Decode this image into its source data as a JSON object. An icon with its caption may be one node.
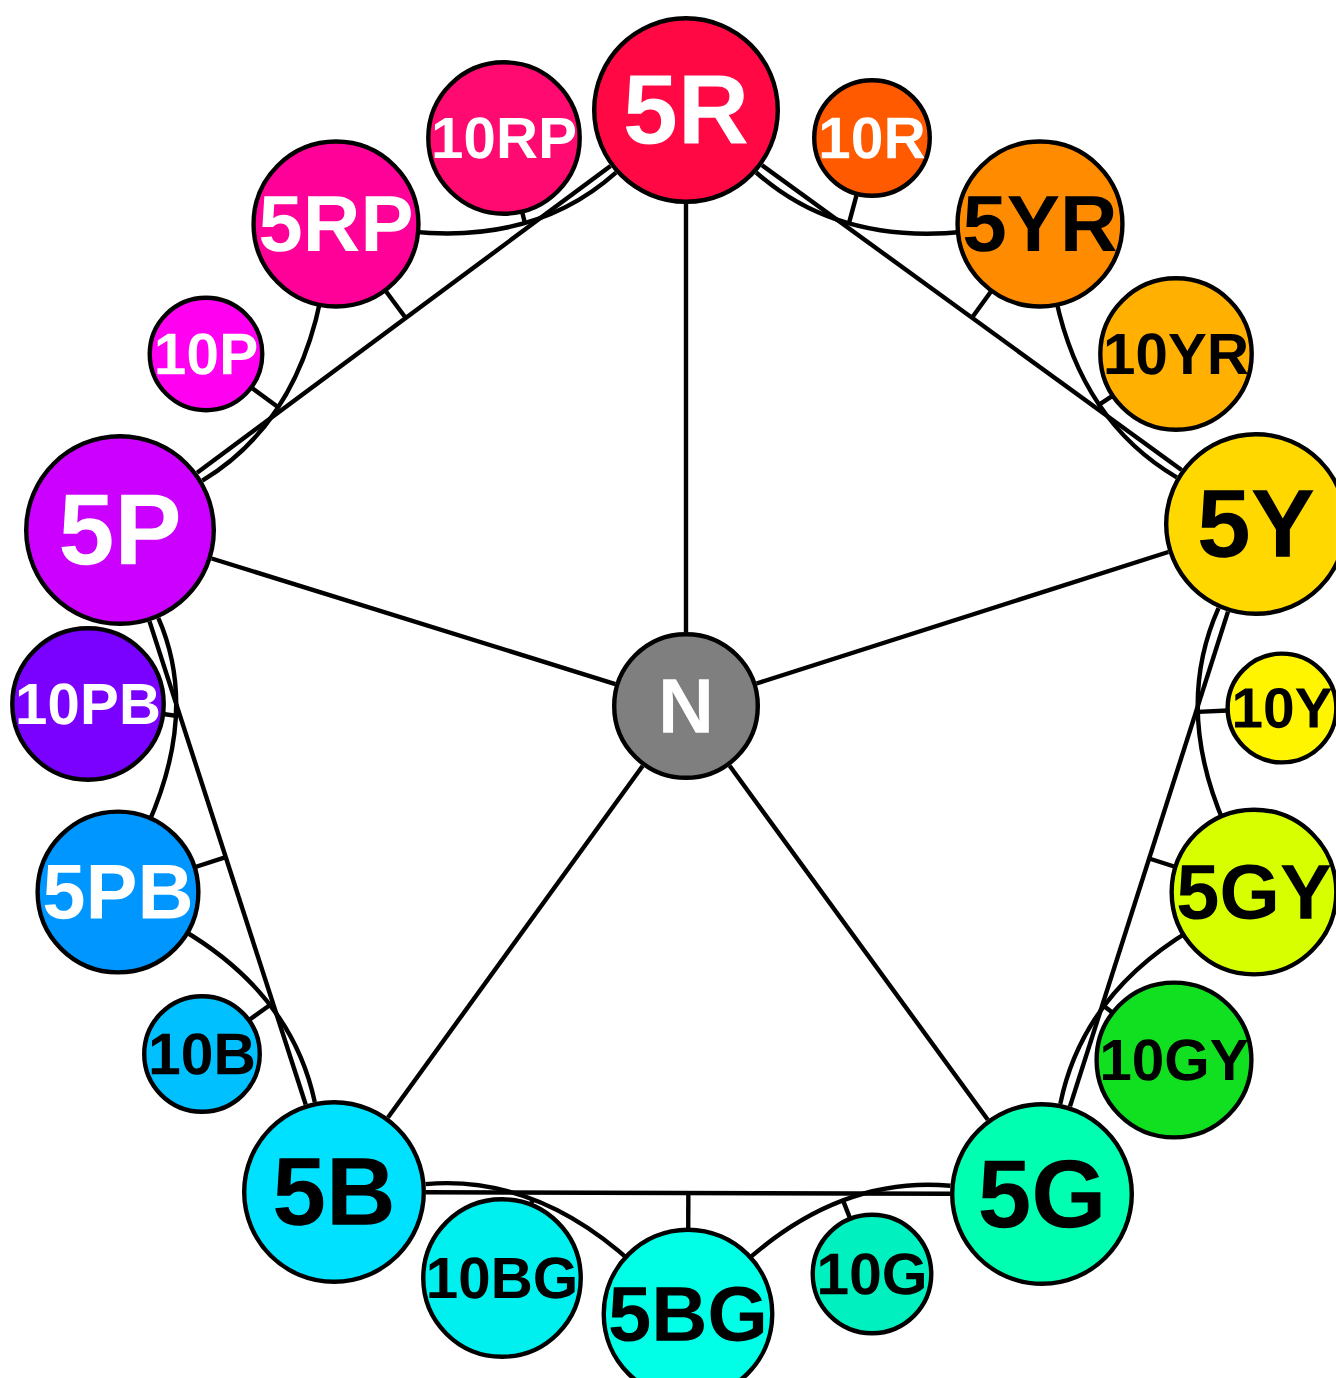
{
  "diagram": {
    "nodes": [
      {
        "text": [
          "5R"
        ]
      },
      {
        "text": [
          "10R"
        ]
      },
      {
        "text": [
          "5YR"
        ]
      },
      {
        "text": [
          "10YR"
        ]
      },
      {
        "text": [
          "5Y"
        ]
      },
      {
        "text": [
          "10Y"
        ]
      },
      {
        "text": [
          "5GY"
        ]
      },
      {
        "text": [
          "10GY"
        ]
      },
      {
        "text": [
          "5G"
        ]
      },
      {
        "text": [
          "10G"
        ]
      },
      {
        "text": [
          "5BG"
        ]
      },
      {
        "text": [
          "10BG"
        ]
      },
      {
        "text": [
          "5B"
        ]
      },
      {
        "text": [
          "10B"
        ]
      },
      {
        "text": [
          "5PB"
        ]
      },
      {
        "text": [
          "10PB"
        ]
      },
      {
        "text": [
          "5P"
        ]
      },
      {
        "text": [
          "10P"
        ]
      },
      {
        "text": [
          "5RP"
        ]
      },
      {
        "text": [
          "10RP"
        ]
      },
      {
        "text": [
          "N"
        ]
      }
    ],
    "edges": [
      {
        "from": 20,
        "to": 0,
        "arrow": "none"
      },
      {
        "from": 20,
        "to": 4,
        "arrow": "none"
      },
      {
        "from": 20,
        "to": 8,
        "arrow": "none"
      },
      {
        "from": 20,
        "to": 12,
        "arrow": "none"
      },
      {
        "from": 20,
        "to": 16,
        "arrow": "none"
      },
      {
        "from": 0,
        "to": 4,
        "arrow": "none"
      },
      {
        "from": 4,
        "to": 8,
        "arrow": "none"
      },
      {
        "from": 8,
        "to": 12,
        "arrow": "none"
      },
      {
        "from": 12,
        "to": 16,
        "arrow": "none"
      },
      {
        "from": 16,
        "to": 0,
        "arrow": "none"
      },
      {
        "from": 0,
        "to": 2,
        "arrow": "none"
      },
      {
        "from": 2,
        "to": 4,
        "arrow": "none"
      },
      {
        "from": 4,
        "to": 6,
        "arrow": "none"
      },
      {
        "from": 6,
        "to": 8,
        "arrow": "none"
      },
      {
        "from": 8,
        "to": 10,
        "arrow": "none"
      },
      {
        "from": 10,
        "to": 12,
        "arrow": "none"
      },
      {
        "from": 12,
        "to": 14,
        "arrow": "none"
      },
      {
        "from": 14,
        "to": 16,
        "arrow": "none"
      },
      {
        "from": 16,
        "to": 18,
        "arrow": "none"
      },
      {
        "from": 18,
        "to": 0,
        "arrow": "none"
      },
      {
        "from": 1,
        "to": null,
        "arrow": "none"
      },
      {
        "from": 3,
        "to": null,
        "arrow": "none"
      },
      {
        "from": 5,
        "to": null,
        "arrow": "none"
      },
      {
        "from": 7,
        "to": null,
        "arrow": "none"
      },
      {
        "from": 9,
        "to": null,
        "arrow": "none"
      },
      {
        "from": 11,
        "to": null,
        "arrow": "none"
      },
      {
        "from": 13,
        "to": null,
        "arrow": "none"
      },
      {
        "from": 15,
        "to": null,
        "arrow": "none"
      },
      {
        "from": 17,
        "to": null,
        "arrow": "none"
      },
      {
        "from": 19,
        "to": null,
        "arrow": "none"
      },
      {
        "from": 2,
        "to": null,
        "arrow": "none"
      },
      {
        "from": 6,
        "to": null,
        "arrow": "none"
      },
      {
        "from": 10,
        "to": null,
        "arrow": "none"
      },
      {
        "from": 14,
        "to": null,
        "arrow": "none"
      },
      {
        "from": 18,
        "to": null,
        "arrow": "none"
      }
    ]
  }
}
